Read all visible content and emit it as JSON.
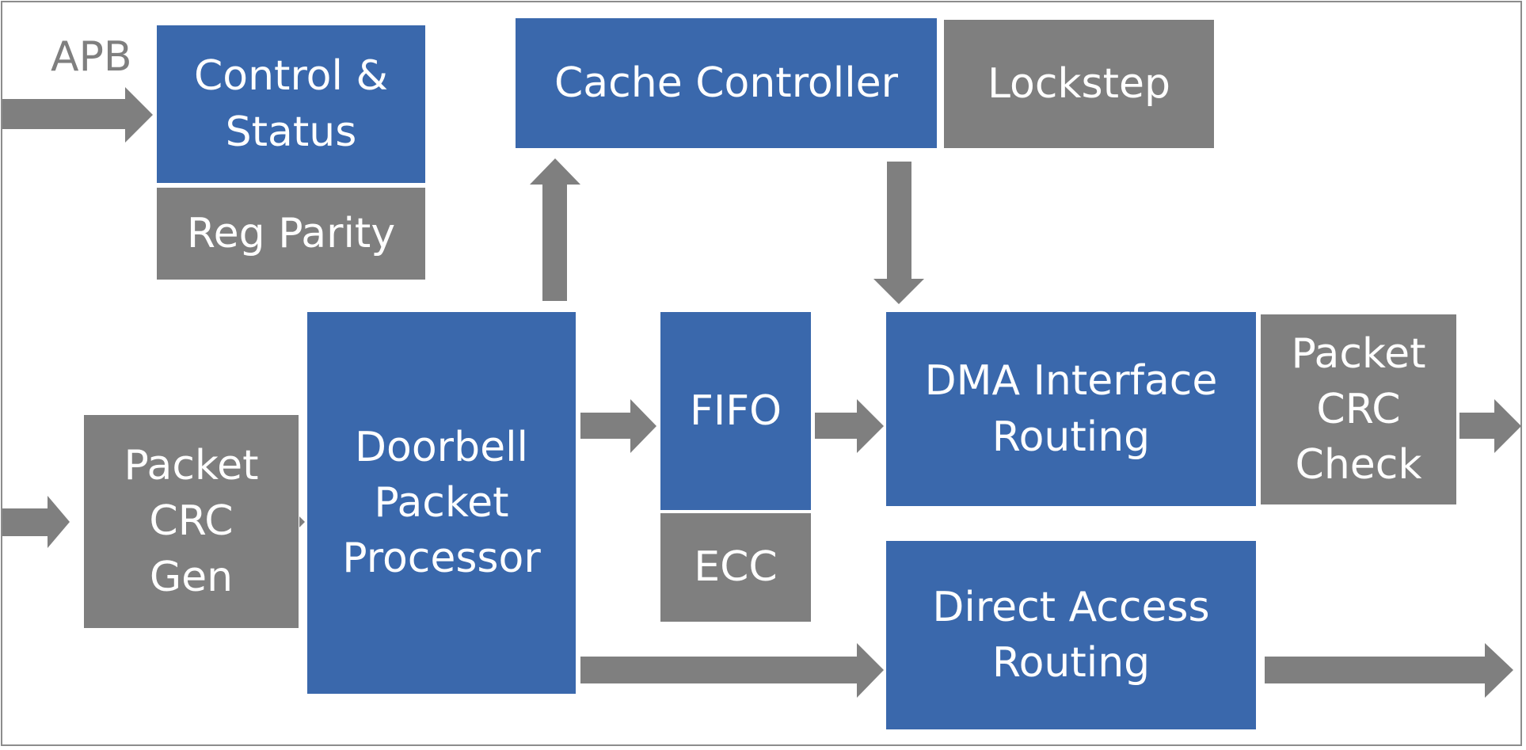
{
  "colors": {
    "blue": "#3a68ac",
    "gray": "#7f7f7f",
    "arrow": "#7f7f7f",
    "frame": "#8c8c8c"
  },
  "labels": {
    "apb": "APB",
    "control_status": "Control &\nStatus",
    "reg_parity": "Reg Parity",
    "cache_controller": "Cache Controller",
    "lockstep": "Lockstep",
    "packet_crc_gen": "Packet\nCRC\nGen",
    "doorbell_packet_processor": "Doorbell\nPacket\nProcessor",
    "fifo": "FIFO",
    "ecc": "ECC",
    "dma_interface_routing": "DMA Interface\nRouting",
    "packet_crc_check": "Packet\nCRC\nCheck",
    "direct_access_routing": "Direct Access\nRouting"
  },
  "connections": [
    {
      "from": "apb",
      "to": "control_status"
    },
    {
      "from": "input",
      "to": "packet_crc_gen"
    },
    {
      "from": "packet_crc_gen",
      "to": "doorbell_packet_processor"
    },
    {
      "from": "doorbell_packet_processor",
      "to": "cache_controller"
    },
    {
      "from": "cache_controller",
      "to": "dma_interface_routing"
    },
    {
      "from": "doorbell_packet_processor",
      "to": "fifo"
    },
    {
      "from": "fifo",
      "to": "dma_interface_routing"
    },
    {
      "from": "packet_crc_check",
      "to": "output"
    },
    {
      "from": "doorbell_packet_processor",
      "to": "direct_access_routing"
    },
    {
      "from": "direct_access_routing",
      "to": "output"
    }
  ]
}
